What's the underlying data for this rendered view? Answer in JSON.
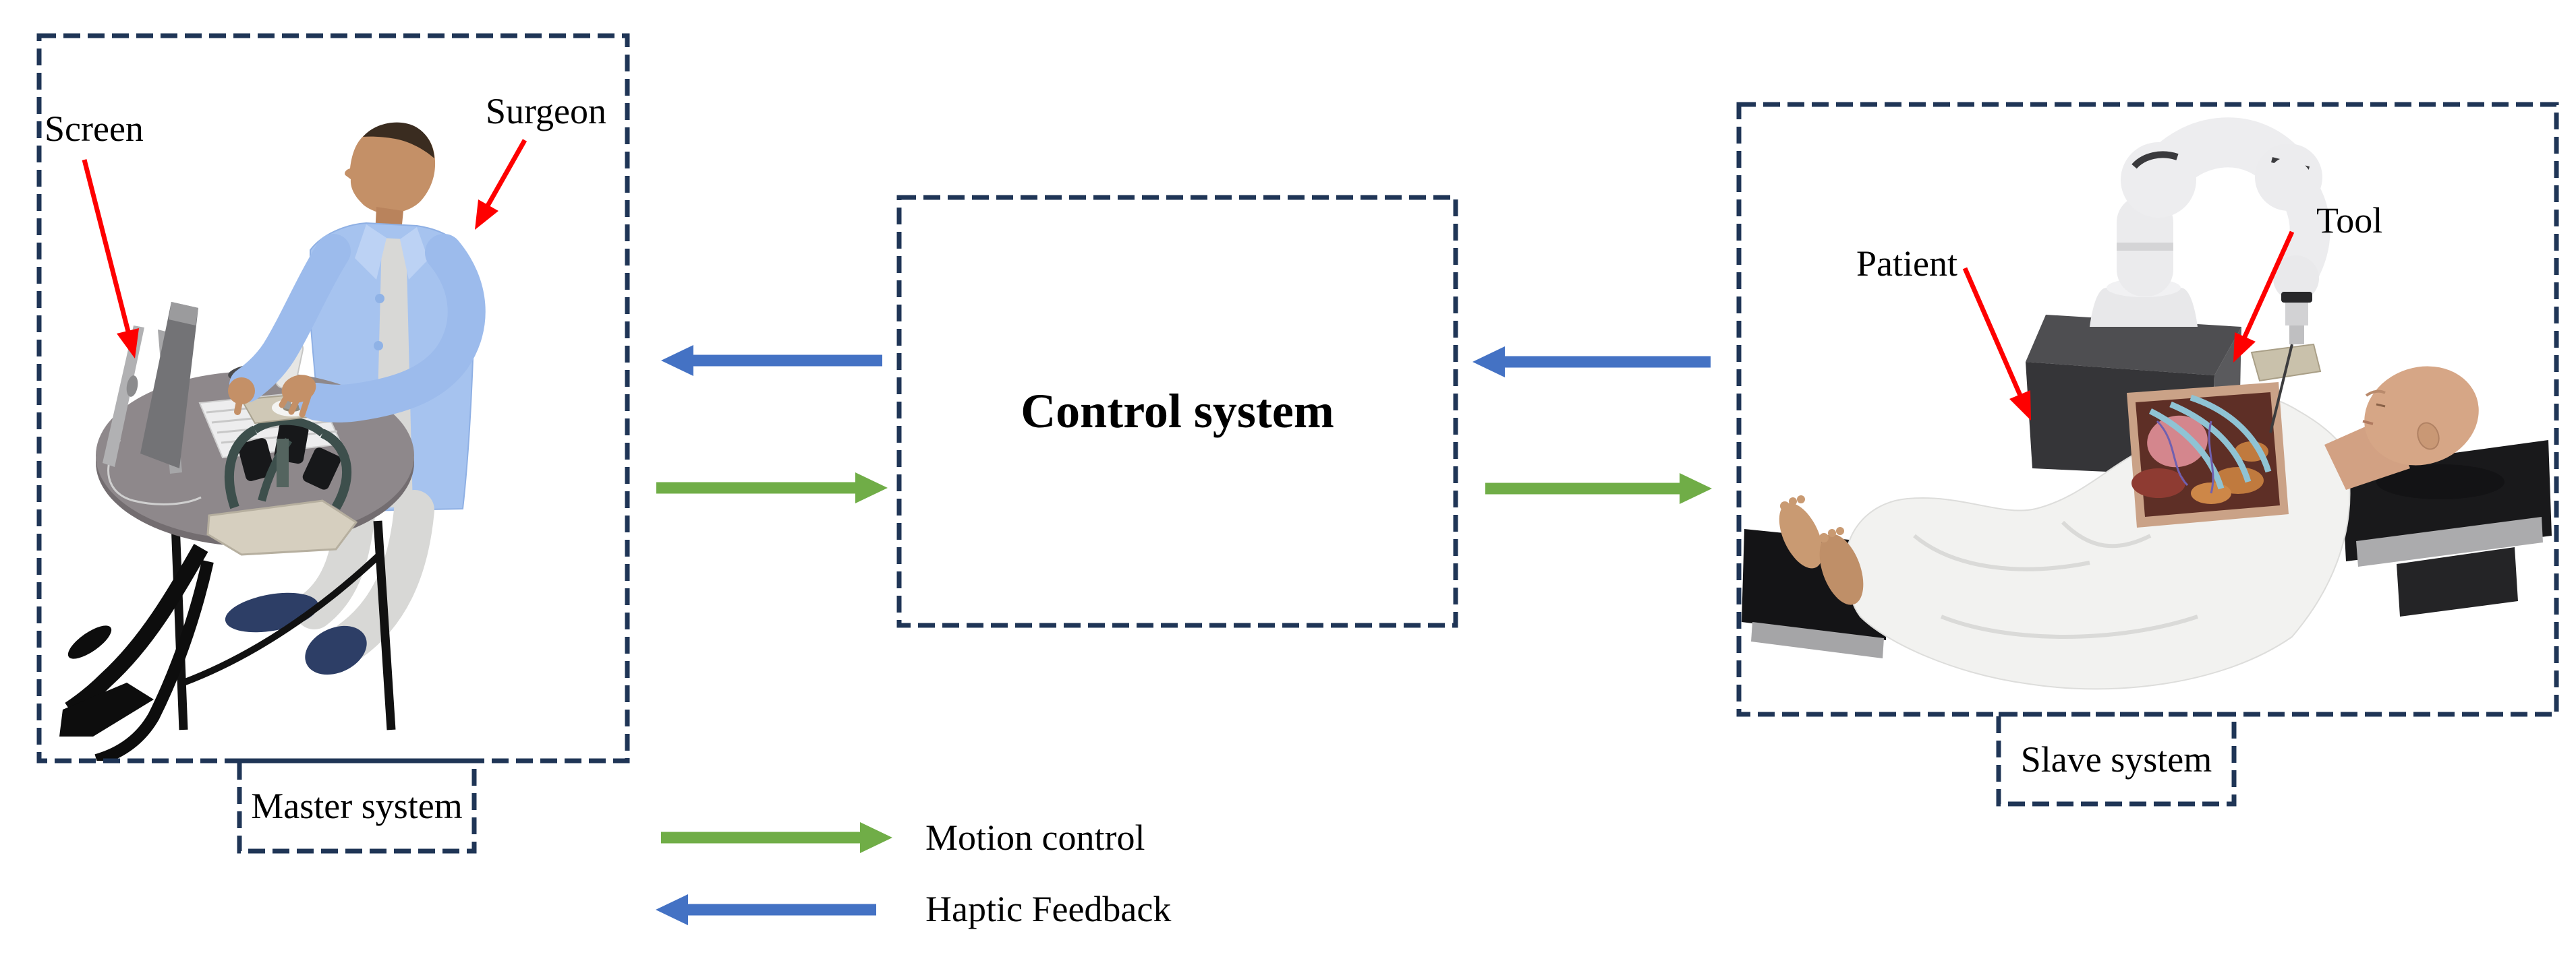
{
  "page": {
    "background": "#ffffff"
  },
  "colors": {
    "box_border": "#1f3556",
    "arrow_blue": "#4472c4",
    "arrow_green": "#70ad47",
    "annotation_red": "#fe0000",
    "label_text": "#000000"
  },
  "boxes": {
    "master": {
      "label": "Master system"
    },
    "control": {
      "label": "Control system"
    },
    "slave": {
      "label": "Slave system"
    }
  },
  "annotations": {
    "screen": {
      "label": "Screen"
    },
    "surgeon": {
      "label": "Surgeon"
    },
    "patient": {
      "label": "Patient"
    },
    "tool": {
      "label": "Tool"
    }
  },
  "legend": {
    "motion": {
      "label": "Motion control",
      "symbol": "green-right-arrow"
    },
    "haptic": {
      "label": "Haptic Feedback",
      "symbol": "blue-left-arrow"
    }
  },
  "arrows": [
    {
      "name": "haptic-feedback-control-to-master",
      "color": "blue",
      "direction": "left",
      "from": "Control system",
      "to": "Master system"
    },
    {
      "name": "motion-control-master-to-control",
      "color": "green",
      "direction": "right",
      "from": "Master system",
      "to": "Control system"
    },
    {
      "name": "haptic-feedback-slave-to-control",
      "color": "blue",
      "direction": "left",
      "from": "Slave system",
      "to": "Control system"
    },
    {
      "name": "motion-control-control-to-slave",
      "color": "green",
      "direction": "right",
      "from": "Control system",
      "to": "Slave system"
    }
  ]
}
